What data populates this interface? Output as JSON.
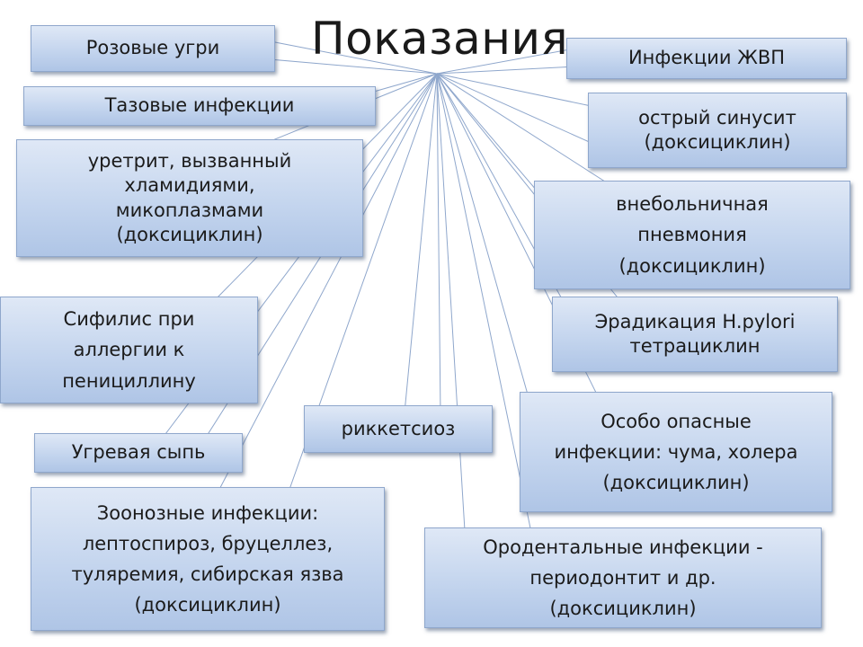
{
  "title": "Показания",
  "boxes": {
    "rosacea": "Розовые угри",
    "pelvic": "Тазовые инфекции",
    "urethritis": "уретрит, вызванный\nхламидиями,\nмикоплазмами\n(доксициклин)",
    "syphilis": "Сифилис при\nаллергии к\nпенициллину",
    "acne": "Угревая сыпь",
    "zoonotic": "Зоонозные инфекции:\nлептоспироз, бруцеллез,\nтуляремия, сибирская язва\n(доксициклин)",
    "rickettsiosis": "риккетсиоз",
    "biliary": "Инфекции ЖВП",
    "sinusitis": "острый синусит\n(доксициклин)",
    "pneumonia": "внебольничная\nпневмония\n(доксициклин)",
    "pylori": "Эрадикация H.pylori\nтетрациклин",
    "dangerous": "Особо опасные\nинфекции: чума, холера\n(доксициклин)",
    "orodental": "Ородентальные инфекции -\nпериодонтит и др.\n(доксициклин)"
  },
  "colors": {
    "box_top": "#dfe8f6",
    "box_bottom": "#afc5e6",
    "box_border": "#8fa7cc",
    "ray_fill": "#ffffff",
    "ray_stroke": "#8fa7cc"
  }
}
